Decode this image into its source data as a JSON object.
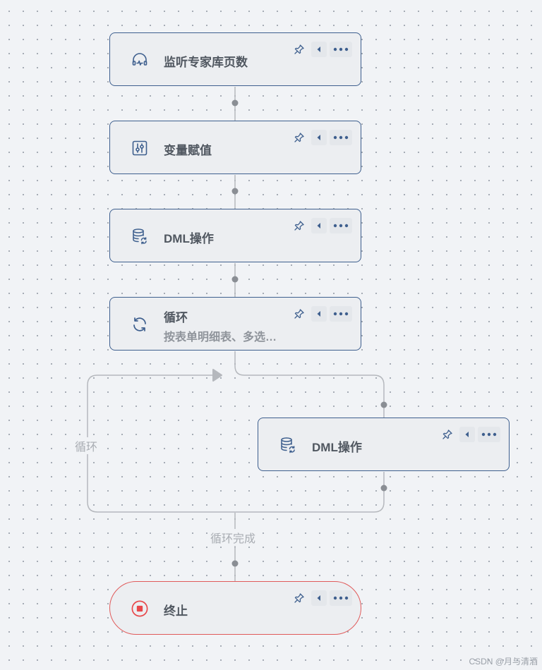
{
  "nodes": {
    "listen": {
      "title": "监听专家库页数",
      "icon": "headset-wave-icon"
    },
    "assign": {
      "title": "变量赋值",
      "icon": "variable-sliders-icon"
    },
    "dml1": {
      "title": "DML操作",
      "icon": "database-sync-icon"
    },
    "loop": {
      "title": "循环",
      "subtitle": "按表单明细表、多选…",
      "icon": "loop-refresh-icon"
    },
    "dml2": {
      "title": "DML操作",
      "icon": "database-sync-icon"
    },
    "end": {
      "title": "终止",
      "icon": "stop-circle-icon"
    }
  },
  "edge_labels": {
    "loop_back": "循环",
    "loop_done": "循环完成"
  },
  "actions": {
    "pin_icon": "pin-icon",
    "collapse_icon": "caret-left-icon",
    "more_icon": "more-dots-icon"
  },
  "colors": {
    "canvas": "#f1f3f6",
    "node_border": "#3e5f8e",
    "end_border": "#e05a5a",
    "end_icon": "#e8474a",
    "edge": "#b5b8bd",
    "port": "#8a8e94"
  },
  "watermark": "CSDN @月与清酒"
}
